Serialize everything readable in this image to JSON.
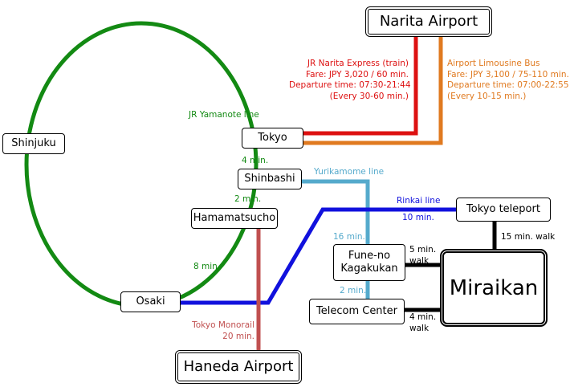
{
  "colors": {
    "yamanote": "#138a13",
    "narita_express": "#dd1111",
    "limousine": "#e07a20",
    "yurikamome": "#55aacc",
    "rinkai": "#1111dd",
    "monorail": "#c05050",
    "walk": "#000000"
  },
  "stations": {
    "narita": "Narita Airport",
    "shinjuku": "Shinjuku",
    "tokyo": "Tokyo",
    "shinbashi": "Shinbashi",
    "hamamatsucho": "Hamamatsucho",
    "osaki": "Osaki",
    "haneda": "Haneda Airport",
    "funeno": [
      "Fune-no",
      "Kagakukan"
    ],
    "telecom": "Telecom Center",
    "teleport": "Tokyo teleport",
    "miraikan": "Miraikan"
  },
  "lines": {
    "yamanote": "JR Yamanote line",
    "yurikamome": "Yurikamome line",
    "rinkai": "Rinkai line",
    "monorail": "Tokyo Monorail"
  },
  "times": {
    "tokyo_shinbashi": "4 min.",
    "shinbashi_hamamatsucho": "2 min.",
    "hamamatsucho_osaki": "8 min.",
    "rinkai": "10 min.",
    "yurikamome_to_funeno": "16 min.",
    "funeno_to_telecom": "2 min.",
    "monorail": "20 min.",
    "walk_teleport": "15 min. walk",
    "walk_funeno": [
      "5 min.",
      "walk"
    ],
    "walk_telecom": [
      "4 min.",
      "walk"
    ]
  },
  "narita_express": {
    "lines": [
      "JR Narita Express (train)",
      "Fare: JPY 3,020 / 60 min.",
      "Departure time: 07:30-21:44",
      "(Every 30-60 min.)"
    ]
  },
  "limousine": {
    "lines": [
      "Airport Limousine Bus",
      "Fare: JPY 3,100 / 75-110 min.",
      "Departure time: 07:00-22:55",
      "(Every 10-15 min.)"
    ]
  }
}
